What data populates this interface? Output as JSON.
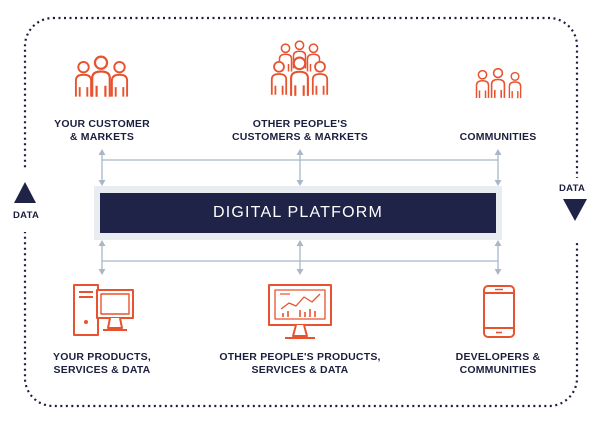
{
  "colors": {
    "accent": "#e8532f",
    "navy": "#1f2347",
    "connector": "#a9b8c8",
    "panel": "#e9edf2"
  },
  "platform": {
    "label": "DIGITAL PLATFORM"
  },
  "side_labels": {
    "left": "DATA",
    "right": "DATA"
  },
  "top_nodes": [
    {
      "icon": "people-group-icon",
      "label_lines": [
        "YOUR CUSTOMER",
        "& MARKETS"
      ]
    },
    {
      "icon": "crowd-icon",
      "label_lines": [
        "OTHER PEOPLE'S",
        "CUSTOMERS & MARKETS"
      ]
    },
    {
      "icon": "community-icon",
      "label_lines": [
        "COMMUNITIES"
      ]
    }
  ],
  "bottom_nodes": [
    {
      "icon": "desktop-computer-icon",
      "label_lines": [
        "YOUR PRODUCTS,",
        "SERVICES & DATA"
      ]
    },
    {
      "icon": "analytics-monitor-icon",
      "label_lines": [
        "OTHER PEOPLE'S PRODUCTS,",
        "SERVICES & DATA"
      ]
    },
    {
      "icon": "mobile-phone-icon",
      "label_lines": [
        "DEVELOPERS &",
        "COMMUNITIES"
      ]
    }
  ]
}
